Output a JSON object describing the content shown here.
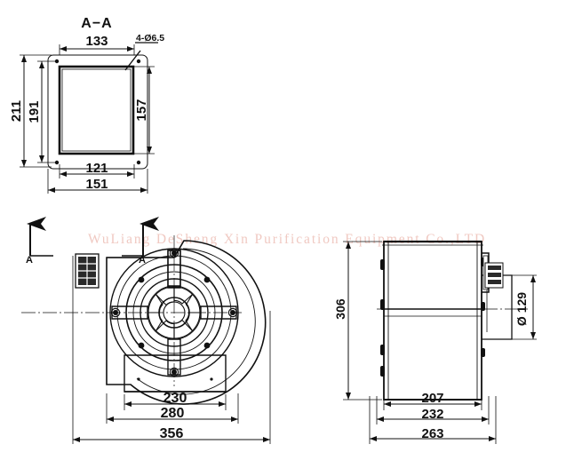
{
  "document": {
    "kind": "engineering-drawing",
    "subject": "Centrifugal blower fan dimensional drawing",
    "units_note": "mm"
  },
  "watermark": {
    "text": "WuLiang DeSheng Xin Purification Equipment Co.,LTD",
    "color": "#f0c9c2"
  },
  "views": {
    "section": {
      "title": "A−A",
      "name": "section-a-a-view",
      "hole_callout": "4-Ø6.5",
      "dimensions": {
        "top_width": "133",
        "outer_height": "211",
        "inner_height": "191",
        "right_height": "157",
        "inner_width": "121",
        "outer_width": "151"
      }
    },
    "front": {
      "name": "front-view",
      "section_marker": "A",
      "dimensions": {
        "mount_bolt_span": "230",
        "mount_plate_width": "280",
        "overall_width": "356"
      }
    },
    "side": {
      "name": "side-view",
      "dimensions": {
        "overall_height": "306",
        "inlet_diameter": "Ø 129",
        "body_depth": "207",
        "flange_depth": "232",
        "overall_depth": "263"
      }
    }
  },
  "markers": {
    "arrow_label_left": "A",
    "arrow_label_right": "A"
  },
  "colors": {
    "line": "#111111",
    "background": "#ffffff",
    "watermark": "#f0c9c2"
  }
}
